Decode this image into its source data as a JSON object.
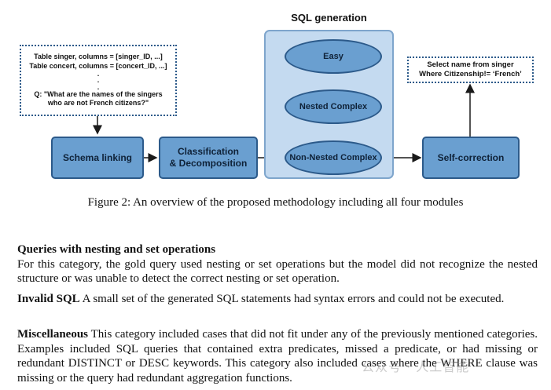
{
  "diagram": {
    "schema_input": {
      "line1": "Table singer, columns = [singer_ID, ...]",
      "line2": "Table concert, columns = [concert_ID, ...]",
      "dots": ".\n.\n.",
      "line3": "Q: \"What are the names of the singers",
      "line4": "who are not French citizens?\""
    },
    "modules": {
      "schema_linking": "Schema linking",
      "classification_line1": "Classification",
      "classification_line2": "& ",
      "classification_line3": "Decomposition",
      "self_correction": "Self-correction"
    },
    "sql_generation": {
      "title": "SQL generation",
      "easy": "Easy",
      "nested": "Nested Complex",
      "non_nested": "Non-Nested Complex"
    },
    "output": {
      "line1": "Select name from singer",
      "line2": "Where Citizenship!= ‘French’"
    }
  },
  "caption": "Figure 2: An overview of the proposed methodology including all four modules",
  "sections": [
    {
      "heading": "Queries with nesting and set operations",
      "body": "For this category, the gold query used nesting or set operations but the model did not recognize the nested structure or was unable to detect the correct nesting or set operation."
    },
    {
      "heading": "Invalid SQL",
      "body": "A small set of the generated SQL statements had syntax errors and could not be executed."
    },
    {
      "heading": "Miscellaneous",
      "body": "This category included cases that did not fit under any of the previously mentioned categories. Examples included SQL queries that contained extra predicates, missed a predicate, or had missing or redundant DISTINCT or DESC keywords. This category also included cases where the WHERE clause was missing or the query had redundant aggregation functions."
    }
  ],
  "watermark": "公众号 · 人工智能",
  "colors": {
    "box_fill": "#6a9fd0",
    "box_border": "#2c5a8a",
    "group_fill": "#c4daf0"
  }
}
